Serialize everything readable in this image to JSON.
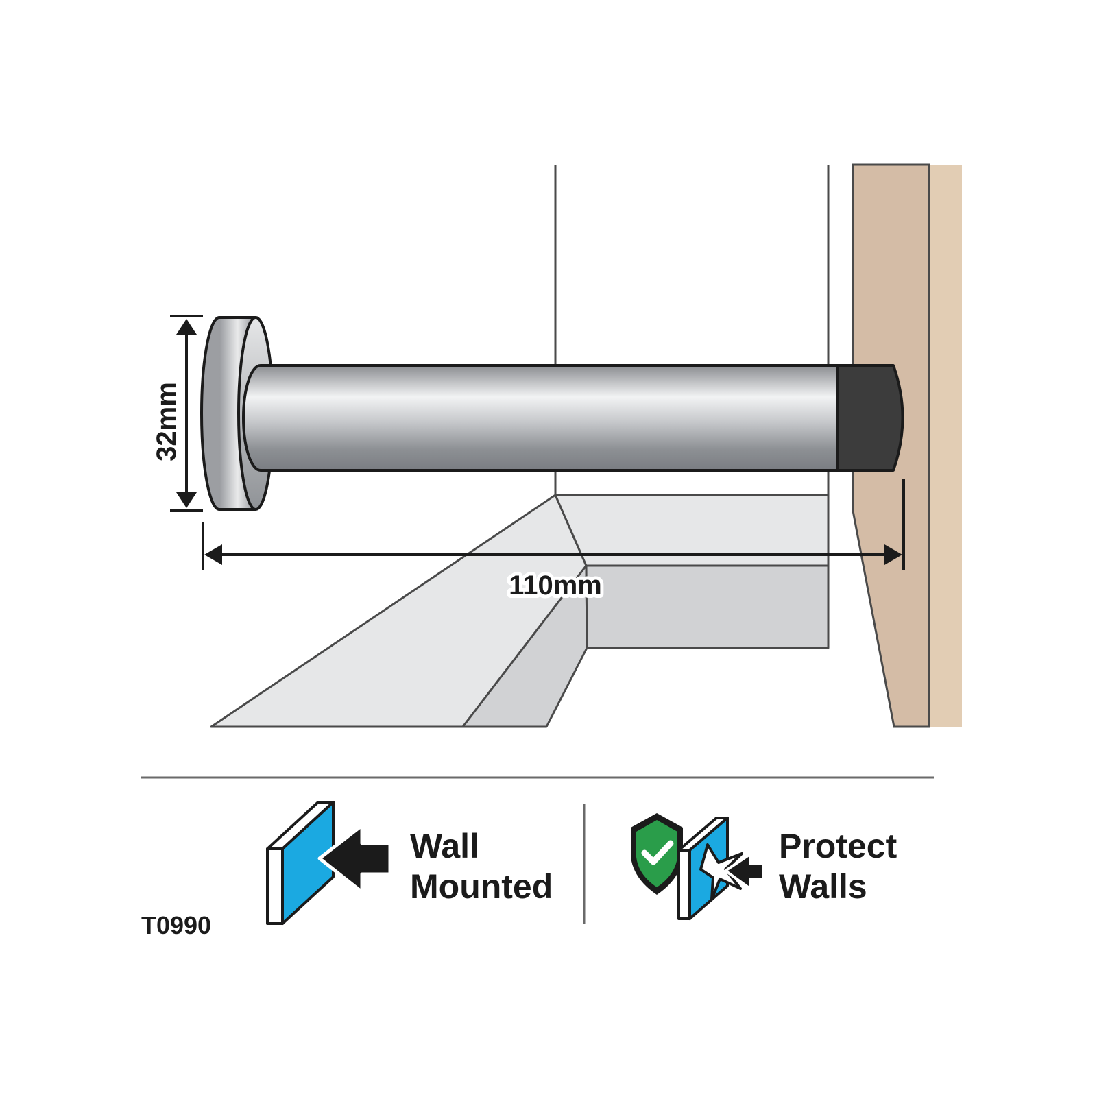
{
  "dimensions": {
    "height_label": "32mm",
    "length_label": "110mm"
  },
  "features": [
    {
      "label_line1": "Wall",
      "label_line2": "Mounted",
      "icon": "wall-mounted-icon"
    },
    {
      "label_line1": "Protect",
      "label_line2": "Walls",
      "icon": "protect-walls-icon"
    }
  ],
  "product_code": "T0990",
  "colors": {
    "wall_wood": "#d4bca6",
    "wall_wood_edge": "#e2cdb4",
    "floor_light": "#e6e7e8",
    "floor_mid": "#d1d2d4",
    "icon_blue": "#1ba9e1",
    "shield_green": "#2a9d4a",
    "rubber_tip": "#3c3c3c",
    "outline": "#1b1b1b"
  }
}
